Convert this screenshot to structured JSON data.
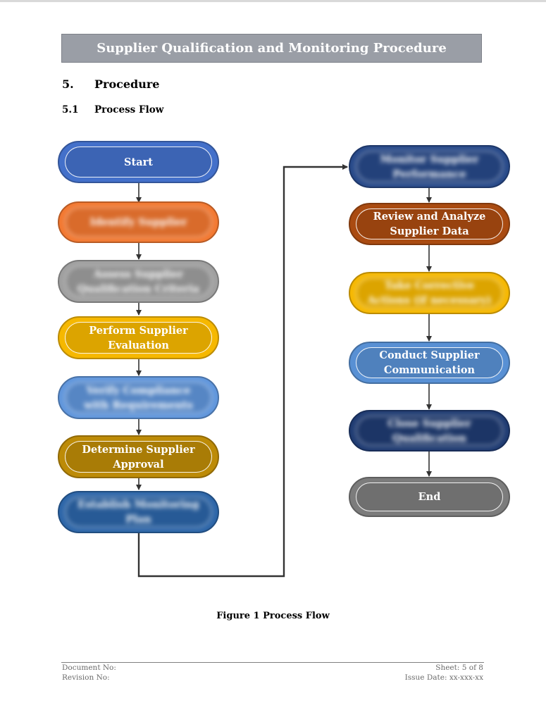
{
  "header": {
    "title": "Supplier Qualification and Monitoring Procedure"
  },
  "section": {
    "number": "5.",
    "title": "Procedure"
  },
  "subsection": {
    "number": "5.1",
    "title": "Process Flow"
  },
  "flow": {
    "nodes": [
      {
        "label": "Start",
        "color": "#3c64b4",
        "blurred": false
      },
      {
        "label": "Identify Supplier",
        "color": "#d96b2b",
        "blurred": true
      },
      {
        "label": "Assess Supplier Qualification Criteria",
        "color": "#8e8e8e",
        "blurred": true
      },
      {
        "label": "Perform Supplier Evaluation",
        "color": "#dca400",
        "blurred": false
      },
      {
        "label": "Verify Compliance with Requirements",
        "color": "#5686c4",
        "blurred": true
      },
      {
        "label": "Determine Supplier Approval",
        "color": "#a97c06",
        "blurred": false
      },
      {
        "label": "Establish Monitoring Plan",
        "color": "#275a96",
        "blurred": true
      },
      {
        "label": "Monitor Supplier Performance",
        "color": "#23417a",
        "blurred": true
      },
      {
        "label": "Review and Analyze Supplier Data",
        "color": "#98430f",
        "blurred": false
      },
      {
        "label": "Take Corrective Actions (if necessary)",
        "color": "#dca400",
        "blurred": true
      },
      {
        "label": "Conduct Supplier Communication",
        "color": "#4f81bd",
        "blurred": false
      },
      {
        "label": "Close Supplier Qualification",
        "color": "#1c3566",
        "blurred": true
      },
      {
        "label": "End",
        "color": "#6f6f6f",
        "blurred": false
      }
    ]
  },
  "caption": "Figure 1 Process Flow",
  "footer": {
    "document_no": "Document No:",
    "revision_no": "Revision No:",
    "sheet": "Sheet: 5 of 8",
    "issue_date": "Issue Date: xx-xxx-xx"
  }
}
